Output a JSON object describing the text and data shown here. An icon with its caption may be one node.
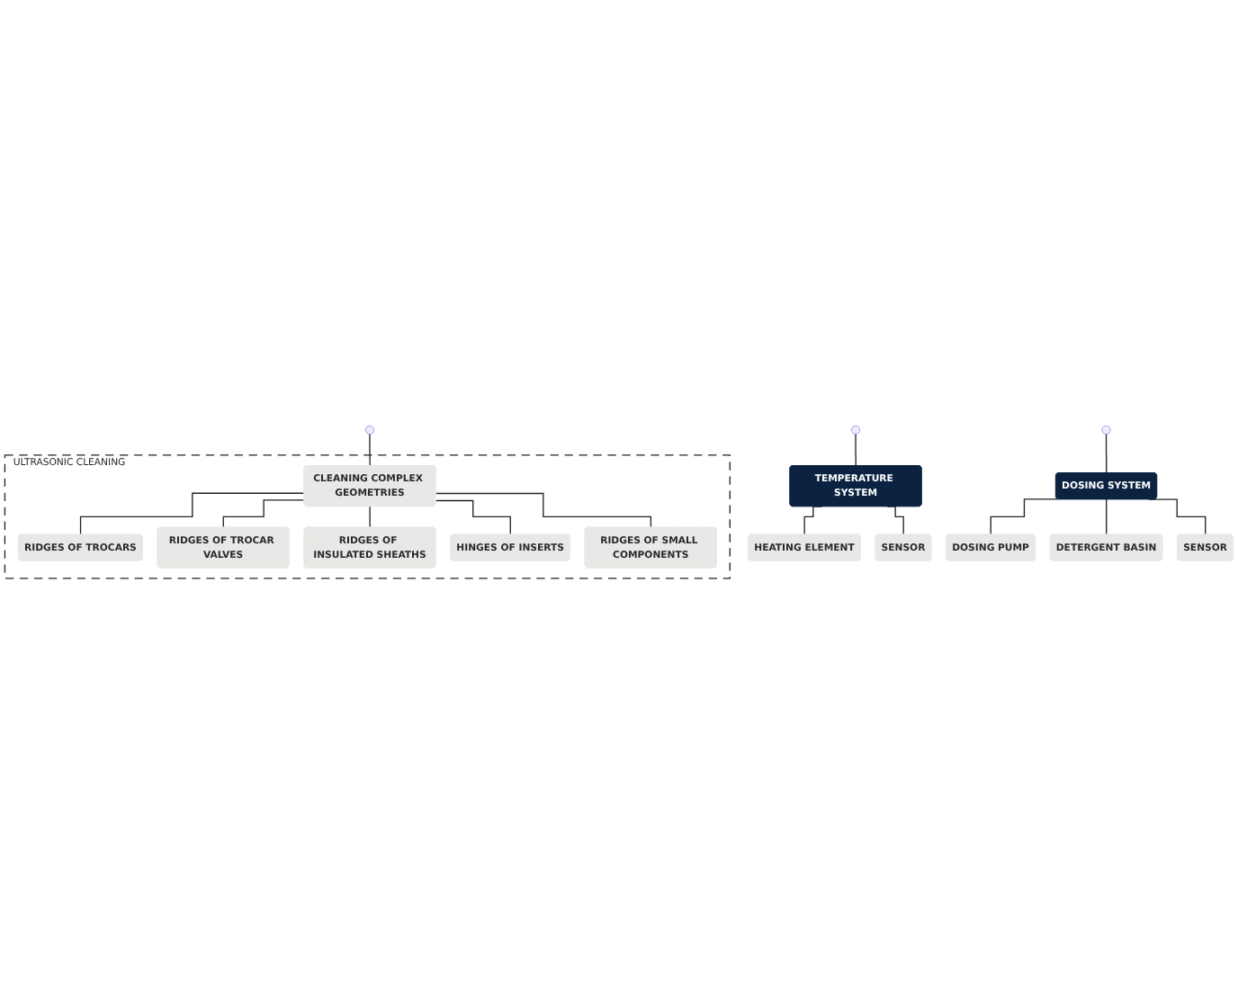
{
  "diagram": {
    "nodes": [
      {
        "text": [
          "TEMPERATURE SYSTEM"
        ]
      },
      {
        "text": [
          "HEATING ELEMENT"
        ]
      },
      {
        "text": [
          "SENSOR"
        ]
      },
      {
        "text": [
          "DOSING SYSTEM"
        ]
      },
      {
        "text": [
          "DOSING PUMP"
        ]
      },
      {
        "text": [
          "DETERGENT BASIN"
        ]
      },
      {
        "text": [
          "SENSOR"
        ]
      },
      {
        "text": [
          "ULTRASONIC CLEANING"
        ]
      },
      {
        "text": [
          "CLEANING COMPLEX GEOMETRIES"
        ],
        "in": 7
      },
      {
        "text": [
          "RIDGES OF TROCARS"
        ],
        "in": 7
      },
      {
        "text": [
          "RIDGES OF TROCAR VALVES"
        ],
        "in": 7
      },
      {
        "text": [
          "RIDGES OF INSULATED SHEATHS"
        ],
        "in": 7
      },
      {
        "text": [
          "HINGES OF INSERTS"
        ],
        "in": 7
      },
      {
        "text": [
          "RIDGES OF SMALL COMPONENTS"
        ],
        "in": 7
      }
    ],
    "edges": [
      {
        "from": null,
        "to": 0,
        "arrow": "none"
      },
      {
        "from": null,
        "to": 3,
        "arrow": "none"
      },
      {
        "from": 0,
        "to": 1,
        "arrow": "none"
      },
      {
        "from": 0,
        "to": 2,
        "arrow": "none"
      },
      {
        "from": 3,
        "to": 4,
        "arrow": "none"
      },
      {
        "from": 3,
        "to": 5,
        "arrow": "none"
      },
      {
        "from": 3,
        "to": 6,
        "arrow": "none"
      },
      {
        "from": null,
        "to": 8,
        "arrow": "none"
      },
      {
        "from": 8,
        "to": 9,
        "arrow": "none"
      },
      {
        "from": 8,
        "to": 10,
        "arrow": "none"
      },
      {
        "from": 8,
        "to": 11,
        "arrow": "none"
      },
      {
        "from": 8,
        "to": 12,
        "arrow": "none"
      },
      {
        "from": 8,
        "to": 13,
        "arrow": "none"
      }
    ]
  }
}
